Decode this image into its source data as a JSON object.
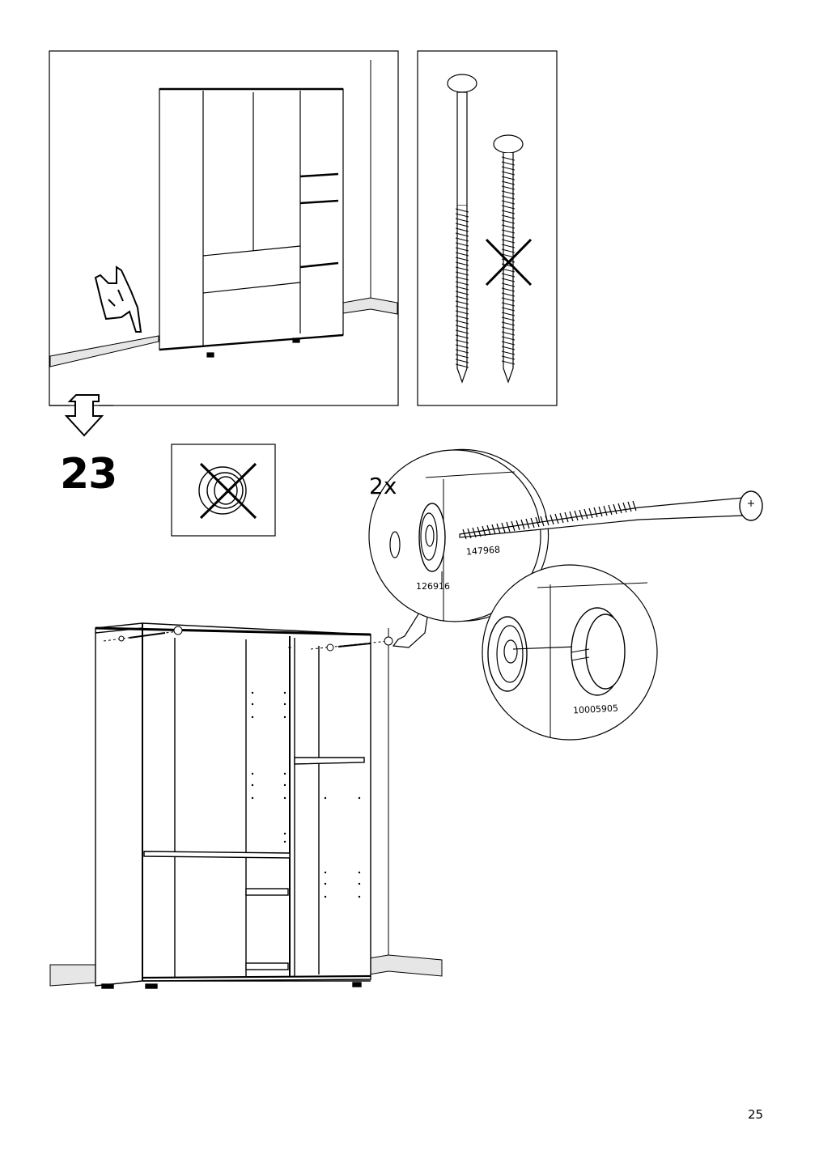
{
  "step": {
    "number": "23",
    "quantity": "2x"
  },
  "parts": {
    "screw": "147968",
    "washer": "126916",
    "cover_cap": "10005905"
  },
  "page": {
    "number": "25"
  }
}
